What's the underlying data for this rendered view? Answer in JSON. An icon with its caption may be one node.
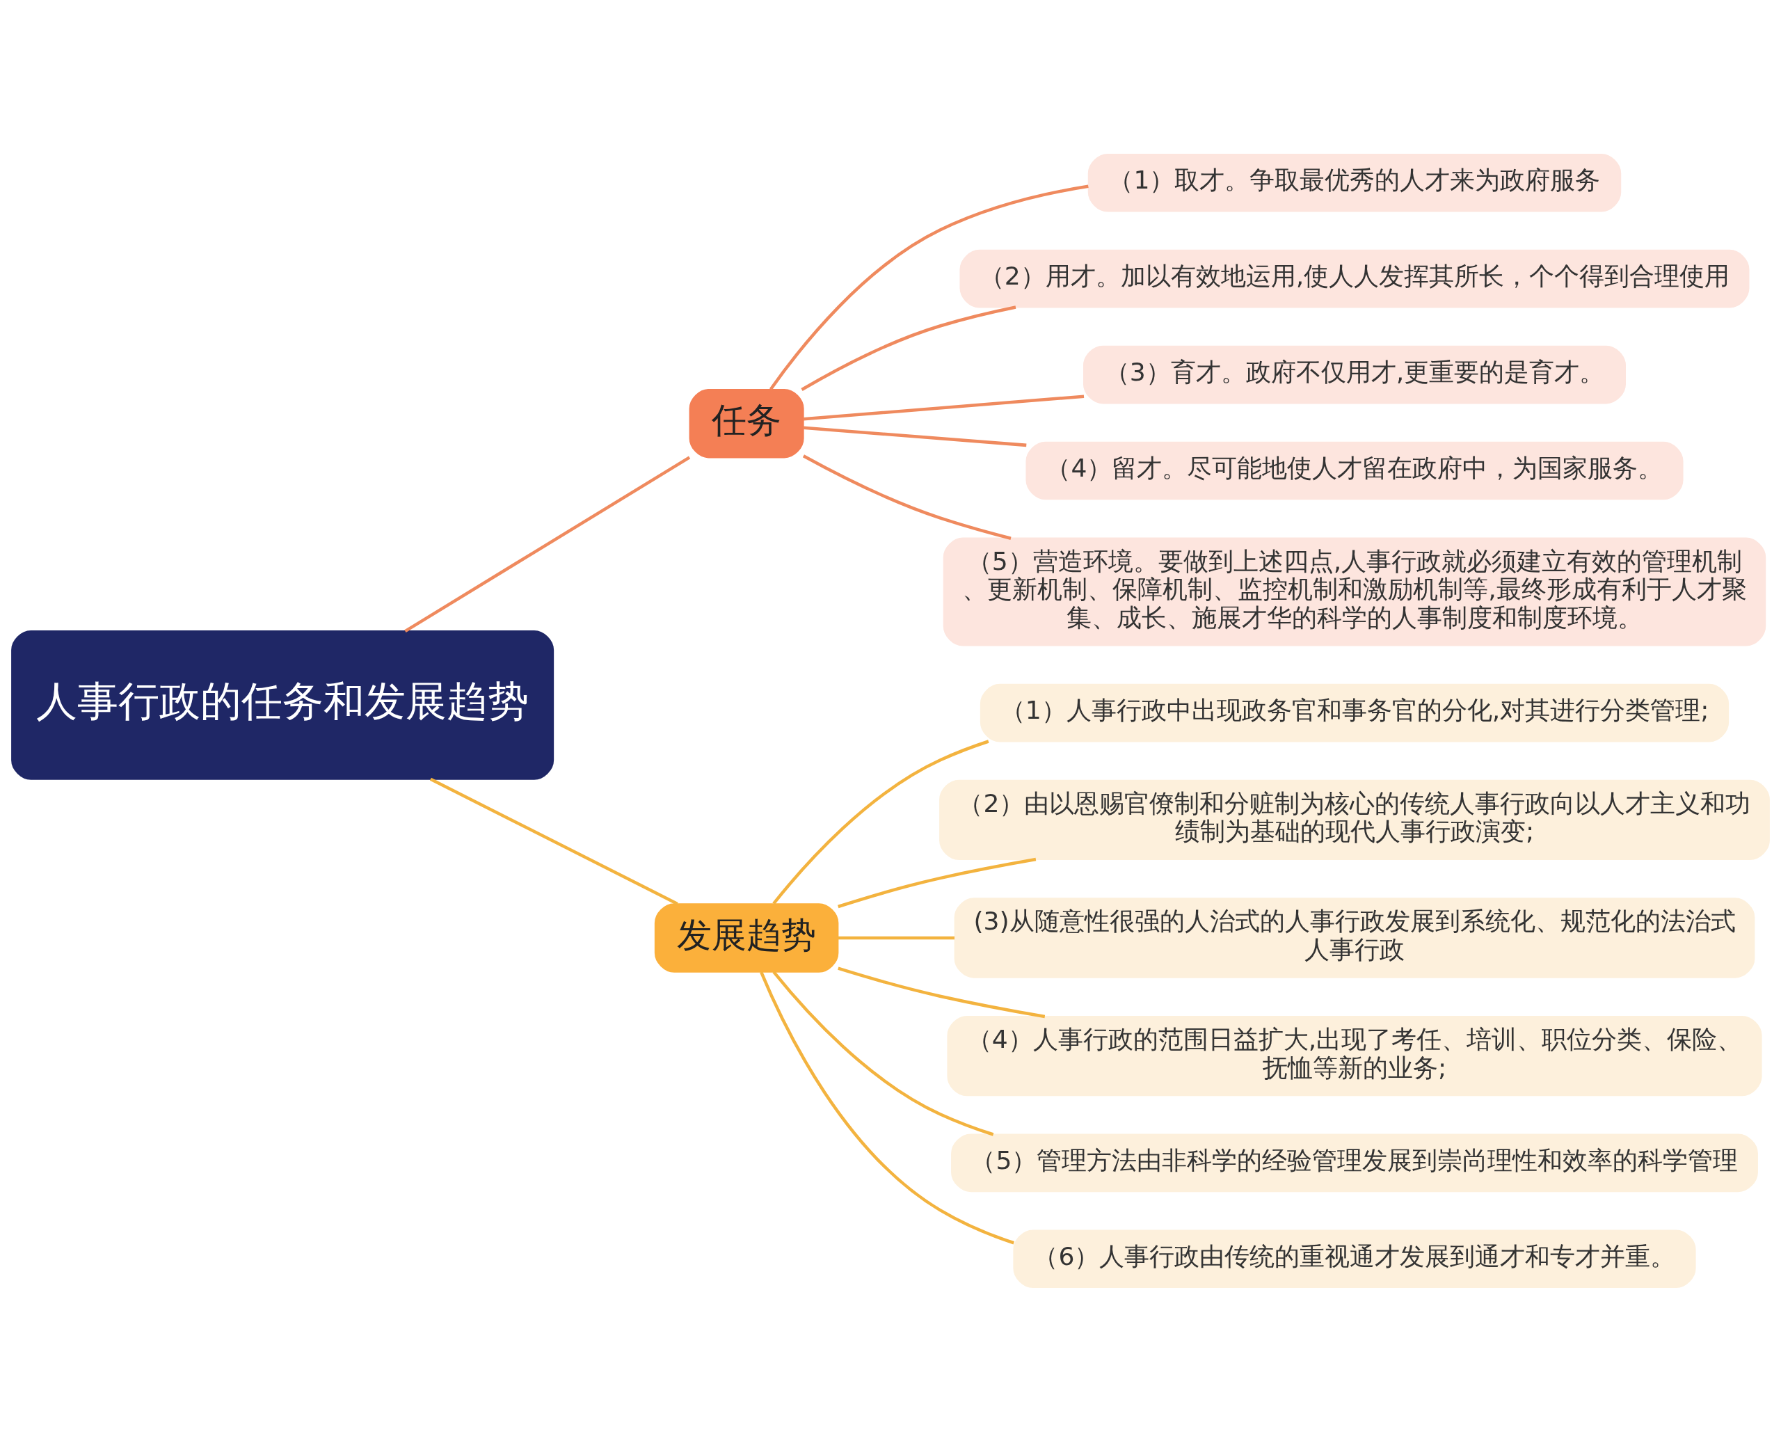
{
  "diagram": {
    "nodes": [
      {
        "text": [
          "人事行政的任务和发展趋势"
        ]
      },
      {
        "text": [
          "任务"
        ]
      },
      {
        "text": [
          "（1）取才。争取最优秀的人才来为政府服务"
        ]
      },
      {
        "text": [
          "（2）用才。加以有效地运用,使人人发挥其所长，个个得到合理使用"
        ]
      },
      {
        "text": [
          "（3）育才。政府不仅用才,更重要的是育才。"
        ]
      },
      {
        "text": [
          "（4）留才。尽可能地使人才留在政府中，为国家服务。"
        ]
      },
      {
        "text": [
          "（5）营造环境。要做到上述四点,人事行政就必须建立有效的管理机制、更新机制、保障机制、监控机制和激励机制等,最终形成有利于人才聚集、成长、施展才华的科学的人事制度和制度环境。"
        ]
      },
      {
        "text": [
          "发展趋势"
        ]
      },
      {
        "text": [
          "（1）人事行政中出现政务官和事务官的分化,对其进行分类管理;"
        ]
      },
      {
        "text": [
          "（2）由以恩赐官僚制和分赃制为核心的传统人事行政向以人才主义和功绩制为基础的现代人事行政演变;"
        ]
      },
      {
        "text": [
          "(3)从随意性很强的人治式的人事行政发展到系统化、规范化的法治式人事行政"
        ]
      },
      {
        "text": [
          "（4）人事行政的范围日益扩大,出现了考任、培训、职位分类、保险、抚恤等新的业务;"
        ]
      },
      {
        "text": [
          "（5）管理方法由非科学的经验管理发展到崇尚理性和效率的科学管理"
        ]
      },
      {
        "text": [
          "（6）人事行政由传统的重视通才发展到通才和专才并重。"
        ]
      }
    ],
    "edges": [
      {
        "from": 0,
        "to": 1,
        "arrow": "none",
        "color": "#ef8a5e"
      },
      {
        "from": 1,
        "to": 2,
        "arrow": "none",
        "color": "#ef8a5e"
      },
      {
        "from": 1,
        "to": 3,
        "arrow": "none",
        "color": "#ef8a5e"
      },
      {
        "from": 1,
        "to": 4,
        "arrow": "none",
        "color": "#ef8a5e"
      },
      {
        "from": 1,
        "to": 5,
        "arrow": "none",
        "color": "#ef8a5e"
      },
      {
        "from": 1,
        "to": 6,
        "arrow": "none",
        "color": "#ef8a5e"
      },
      {
        "from": 0,
        "to": 7,
        "arrow": "none",
        "color": "#f3b33f"
      },
      {
        "from": 7,
        "to": 8,
        "arrow": "none",
        "color": "#f3b33f"
      },
      {
        "from": 7,
        "to": 9,
        "arrow": "none",
        "color": "#f3b33f"
      },
      {
        "from": 7,
        "to": 10,
        "arrow": "none",
        "color": "#f3b33f"
      },
      {
        "from": 7,
        "to": 11,
        "arrow": "none",
        "color": "#f3b33f"
      },
      {
        "from": 7,
        "to": 12,
        "arrow": "none",
        "color": "#f3b33f"
      },
      {
        "from": 7,
        "to": 13,
        "arrow": "none",
        "color": "#f3b33f"
      }
    ]
  }
}
